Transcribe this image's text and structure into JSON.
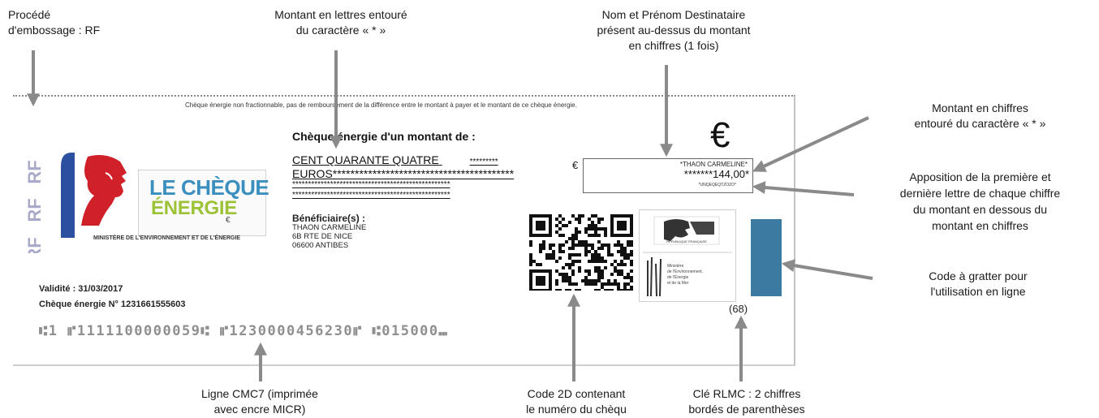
{
  "callouts": {
    "embossing": [
      "Procédé",
      "d'embossage : RF"
    ],
    "words_amount": [
      "Montant en lettres entouré",
      "du caractère « * »"
    ],
    "recipient": [
      "Nom et Prénom Destinataire",
      "présent au-dessus du montant",
      "en chiffres (1 fois)"
    ],
    "figures_amount": [
      "Montant en chiffres",
      "entouré du caractère « * »"
    ],
    "letters": [
      "Apposition de la première et",
      "dernière lettre de chaque chiffre",
      "du montant en dessous du",
      "montant en chiffres"
    ],
    "scratch": [
      "Code à gratter pour",
      "l'utilisation en ligne"
    ],
    "cmc7": [
      "Ligne CMC7 (imprimée",
      "avec encre MICR)"
    ],
    "code2d": [
      "Code 2D contenant",
      "le numéro du chèqu"
    ],
    "rlmc": [
      "Clé RLMC : 2 chiffres",
      "bordés de parenthèses"
    ]
  },
  "cheque": {
    "notice": "Chèque énergie non fractionnable, pas de remboursement de la différence entre le montant à payer et le montant de ce chèque énergie.",
    "rf_marks": [
      "RF",
      "RF",
      "RF"
    ],
    "logo": {
      "lead": "LE CHÈQUE",
      "main": "ÉNERGIE",
      "euro": "€",
      "ministry": "MINISTÈRE DE L'ENVIRONNEMENT ET DE L'ÉNERGIE"
    },
    "amount_title": "Chèque énergie d'un montant de :",
    "amount_words": [
      "CENT QUARANTE QUATRE",
      "EUROS*****************************************",
      "**************************************************",
      "**************************************************"
    ],
    "amount_words_tail": "*********",
    "euro_sign_small": "€",
    "euro_sign_big": "€",
    "recipient_name": "*THAON CARMELINE*",
    "amount_figures": "*******144,00*",
    "amount_letters": "*UNQEQEQTZOZO*",
    "beneficiary_label": "Bénéficiaire(s) :",
    "beneficiary_lines": [
      "THAON CARMELINE",
      "6B RTE DE NICE",
      "06600 ANTIBES"
    ],
    "validity": "Validité : 31/03/2017",
    "cheque_number": "Chèque énergie  N° 1231661555603",
    "cmc7": "⑆1  ⑈1111100000059⑆  ⑈1230000456230⑈  ⑆015000⑉",
    "gov_top": "RÉPUBLIQUE FRANÇAISE",
    "gov_ministry": [
      "Ministère",
      "de l'Environnement,",
      "de l'Énergie",
      "et de la Mer"
    ],
    "rlmc": "(68)"
  },
  "colors": {
    "scratch": "#3c7aa2",
    "logo_blue": "#3a8fbf",
    "logo_green": "#9cc236",
    "flag_blue": "#2c4fa0",
    "flag_red": "#d0202a",
    "arrow": "#8a8a8a"
  }
}
